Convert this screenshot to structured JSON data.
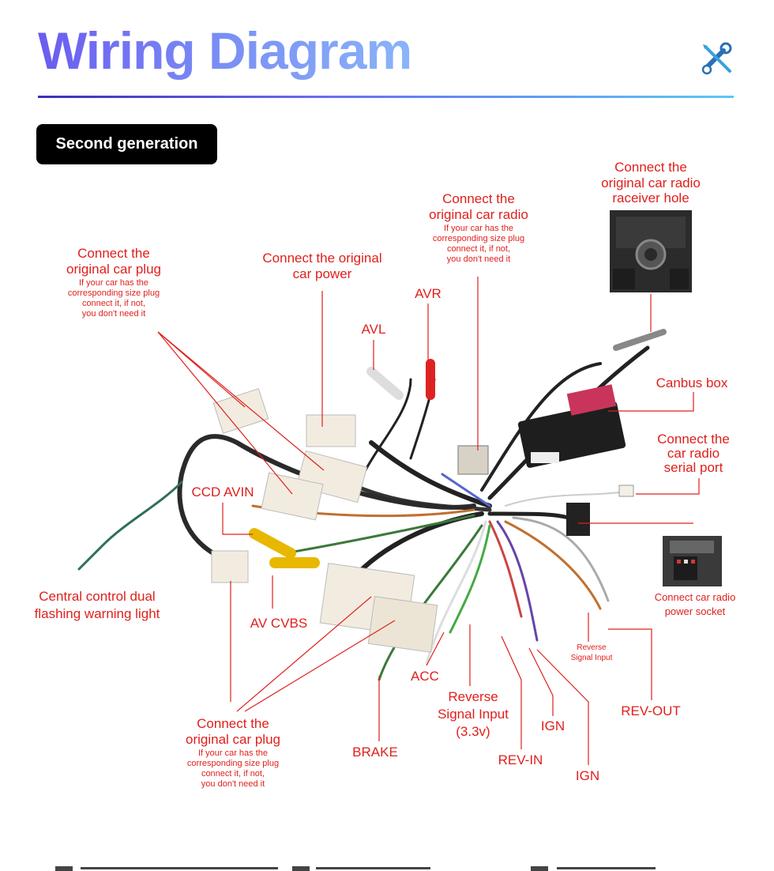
{
  "header": {
    "title": "Wiring Diagram",
    "badge": "Second generation"
  },
  "labels": {
    "plug_top": {
      "title1": "Connect the",
      "title2": "original car plug",
      "note1": "If your car has the",
      "note2": "corresponding size plug",
      "note3": "connect it, if not,",
      "note4": "you don't need it"
    },
    "power": {
      "line1": "Connect the original",
      "line2": "car power"
    },
    "radio": {
      "line1": "Connect the",
      "line2": "original car radio",
      "note1": "If your car has the",
      "note2": "corresponding size plug",
      "note3": "connect it, if not,",
      "note4": "you don't need it"
    },
    "receiver": {
      "line1": "Connect the",
      "line2": "original car radio",
      "line3": "raceiver hole"
    },
    "avr": "AVR",
    "avl": "AVL",
    "canbus": "Canbus box",
    "serial": {
      "line1": "Connect the",
      "line2": "car radio",
      "line3": "serial port"
    },
    "ccd": "CCD AVIN",
    "power_socket": {
      "line1": "Connect car radio",
      "line2": "power socket"
    },
    "central": {
      "line1": "Central control dual",
      "line2": "flashing warning light"
    },
    "av_cvbs": "AV CVBS",
    "reverse_small": {
      "line1": "Reverse",
      "line2": "Signal Input"
    },
    "acc": "ACC",
    "reverse": {
      "line1": "Reverse",
      "line2": "Signal Input",
      "line3": "(3.3v)"
    },
    "ign1": "IGN",
    "rev_out": "REV-OUT",
    "plug_bottom": {
      "title1": "Connect the",
      "title2": "original car plug",
      "note1": "If your car has the",
      "note2": "corresponding size plug",
      "note3": "connect it, if not,",
      "note4": "you don't need it"
    },
    "brake": "BRAKE",
    "rev_in": "REV-IN",
    "ign2": "IGN"
  },
  "colors": {
    "label_red": "#e0201c",
    "title_start": "#6a5cf0",
    "title_end": "#8ab4f8",
    "icon_blue": "#2a6fb8"
  }
}
